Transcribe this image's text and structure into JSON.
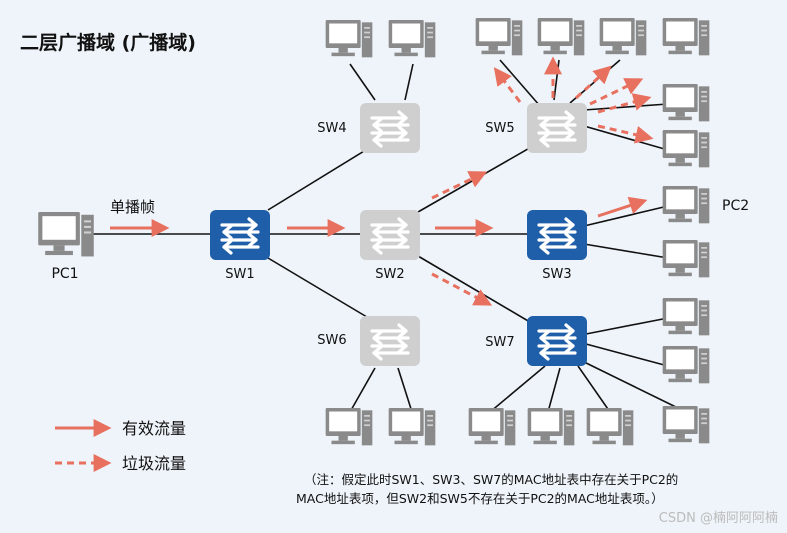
{
  "title": "二层广播域 (广播域)",
  "frame_label": "单播帧",
  "switches": {
    "sw1": "SW1",
    "sw2": "SW2",
    "sw3": "SW3",
    "sw4": "SW4",
    "sw5": "SW5",
    "sw6": "SW6",
    "sw7": "SW7"
  },
  "pcs": {
    "pc1": "PC1",
    "pc2": "PC2"
  },
  "legend": {
    "valid": "有效流量",
    "junk": "垃圾流量"
  },
  "note": {
    "line1": "（注：假定此时SW1、SW3、SW7的MAC地址表中存在关于PC2的",
    "line2": "MAC地址表项，但SW2和SW5不存在关于PC2的MAC地址表项。）"
  },
  "watermark": "CSDN @楠阿阿阿楠",
  "colors": {
    "arrow": "#e8705f",
    "switch_active": "#1f5ea8",
    "switch_inactive": "#cfcfcf",
    "pc_body": "#8a8a8a",
    "background": "#eef4fa"
  }
}
